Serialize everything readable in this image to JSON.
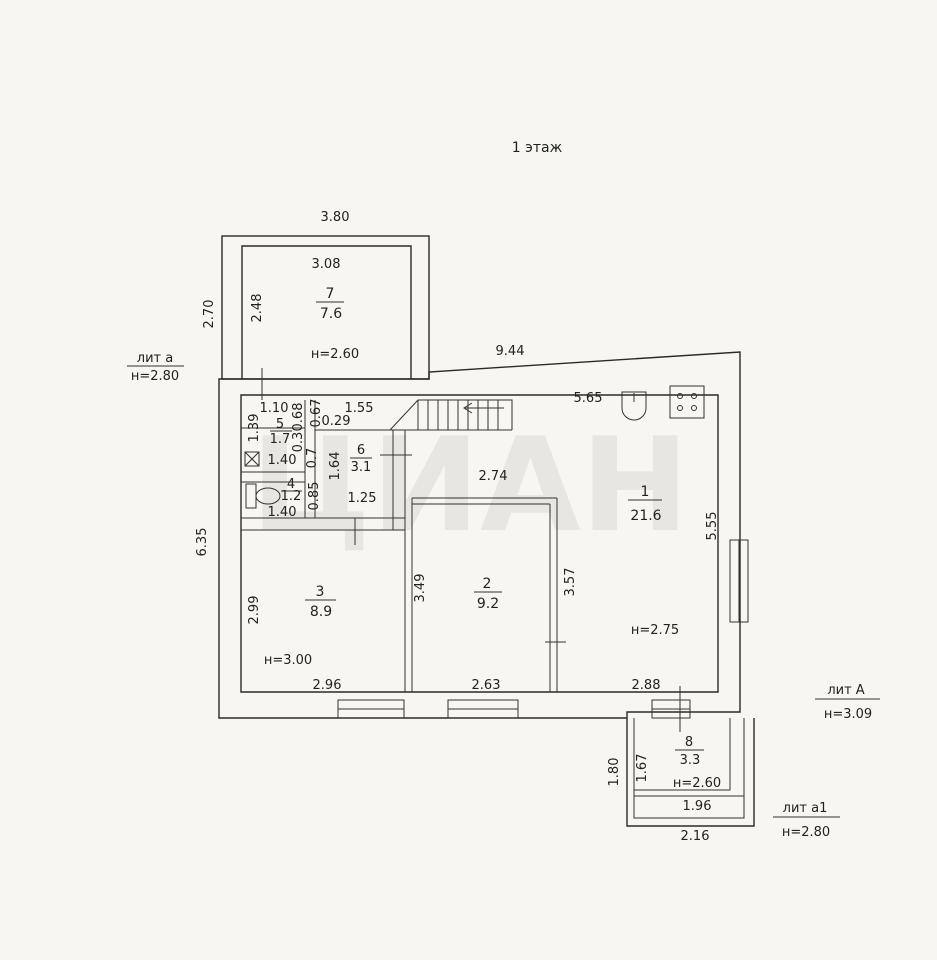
{
  "title": "1 этаж",
  "blocks": {
    "lit_a": {
      "name": "лит а",
      "height": "н=2.80"
    },
    "lit_A": {
      "name": "лит А",
      "height": "н=3.09"
    },
    "lit_a1": {
      "name": "лит а1",
      "height": "н=2.80"
    }
  },
  "dimensions": {
    "d380": "3.80",
    "d308": "3.08",
    "d270": "2.70",
    "d248": "2.48",
    "d944": "9.44",
    "d565": "5.65",
    "d635": "6.35",
    "d555": "5.55",
    "d274": "2.74",
    "d349": "3.49",
    "d357": "3.57",
    "d299": "2.99",
    "d296": "2.96",
    "d263": "2.63",
    "d288": "2.88",
    "d110": "1.10",
    "d155": "1.55",
    "d139": "1.39",
    "d068": "0.68",
    "d067": "0.67",
    "d029": "0.29",
    "d03x": "0.3",
    "d07x": "0.7",
    "d164": "1.64",
    "d140a": "1.40",
    "d140b": "1.40",
    "d085": "0.85",
    "d125": "1.25",
    "d180": "1.80",
    "d167": "1.67",
    "d196": "1.96",
    "d216": "2.16"
  },
  "rooms": [
    {
      "num": "7",
      "area": "7.6",
      "height": "н=2.60"
    },
    {
      "num": "5",
      "area": "1.7"
    },
    {
      "num": "6",
      "area": "3.1"
    },
    {
      "num": "4",
      "area": "1.2"
    },
    {
      "num": "1",
      "area": "21.6",
      "height": "н=2.75"
    },
    {
      "num": "3",
      "area": "8.9",
      "height": "н=3.00"
    },
    {
      "num": "2",
      "area": "9.2"
    },
    {
      "num": "8",
      "area": "3.3",
      "height": "н=2.60"
    }
  ]
}
